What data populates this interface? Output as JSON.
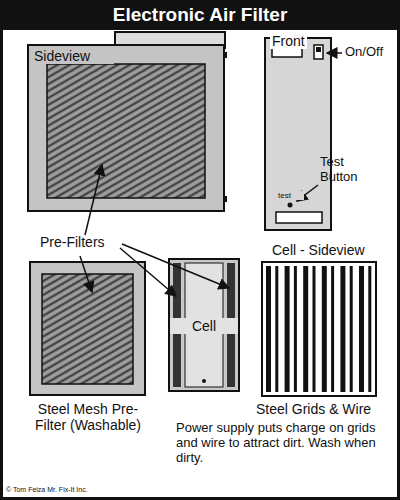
{
  "diagram": {
    "title": "Electronic Air Filter",
    "nodes": [
      {
        "text": [
          "Cell"
        ]
      }
    ],
    "labels": [
      "Sideview",
      "Front",
      "On/Off",
      "test",
      "Test Button",
      "Pre-Filters",
      "Cell - Sideview",
      "Steel Mesh Pre-Filter (Washable)",
      "Steel Grids & Wire",
      "Power supply puts charge on grids and wire to attract dirt. Wash when dirty.",
      "© Tom Feiza Mr. Fix-It Inc."
    ]
  }
}
